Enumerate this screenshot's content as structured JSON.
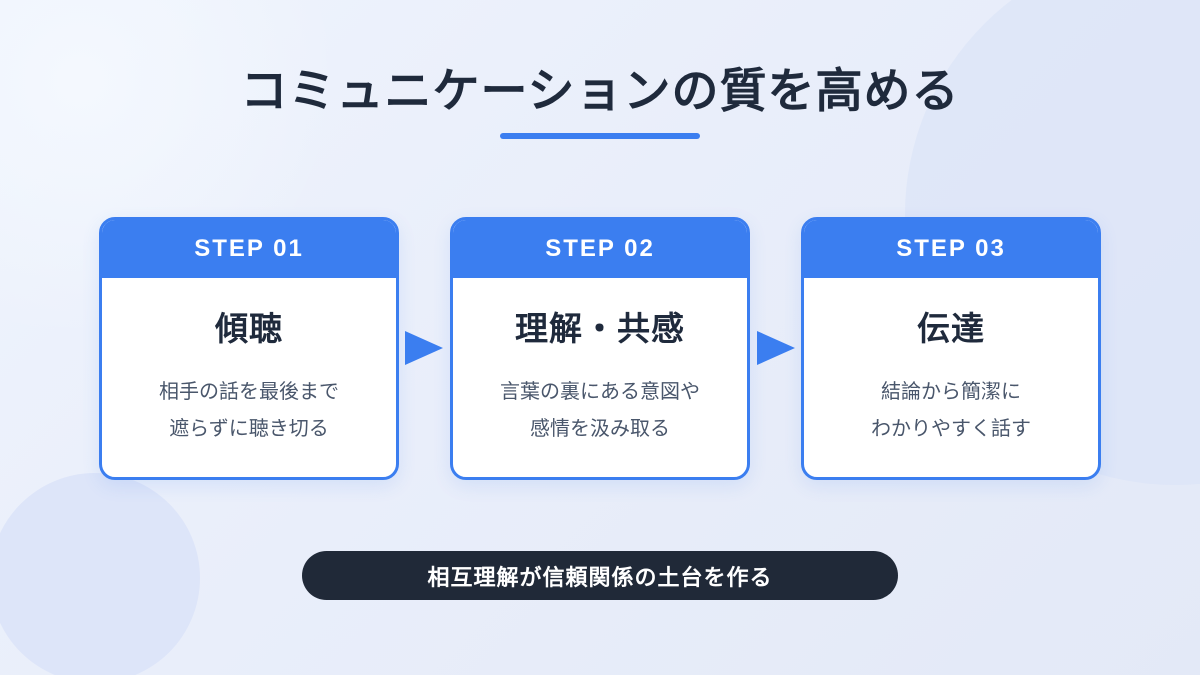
{
  "title": {
    "text": "コミュニケーションの質を高める"
  },
  "steps": [
    {
      "badge": "STEP 01",
      "title": "傾聴",
      "desc_line1": "相手の話を最後まで",
      "desc_line2": "遮らずに聴き切る"
    },
    {
      "badge": "STEP 02",
      "title": "理解・共感",
      "desc_line1": "言葉の裏にある意図や",
      "desc_line2": "感情を汲み取る"
    },
    {
      "badge": "STEP 03",
      "title": "伝達",
      "desc_line1": "結論から簡潔に",
      "desc_line2": "わかりやすく話す"
    }
  ],
  "footer": {
    "text": "相互理解が信頼関係の土台を作る"
  },
  "colors": {
    "accent": "#3b7ef0",
    "title_text": "#1f2a3c",
    "description_text": "#49566b",
    "footer_background": "#202938",
    "card_background": "#ffffff",
    "page_background": "#e9eefa"
  }
}
